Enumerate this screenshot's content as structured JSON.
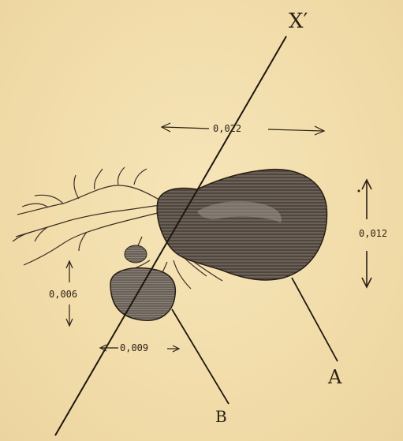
{
  "figure": {
    "axis_label": "X′",
    "label_a": "A",
    "label_b": "B",
    "dimensions": {
      "width_a": "0,022",
      "height_a": "0,012",
      "height_b": "0,006",
      "width_b": "0,009"
    }
  },
  "colors": {
    "paper": "#f3dfae",
    "ink": "#2a1f14",
    "shading": "#5a5148"
  }
}
